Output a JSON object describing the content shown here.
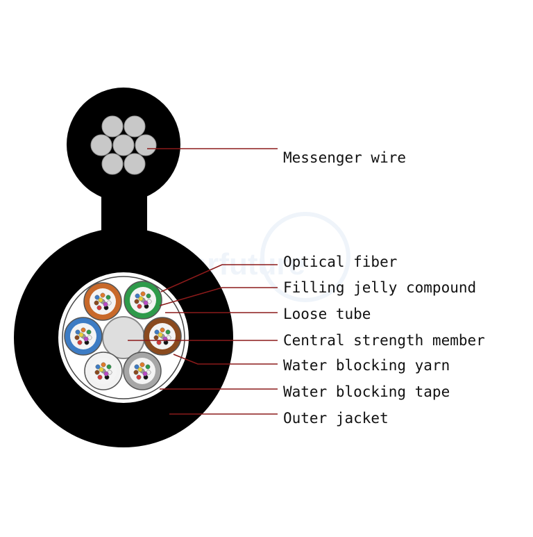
{
  "labels": {
    "messenger_wire": "Messenger wire",
    "optical_fiber": "Optical fiber",
    "filling_jelly": "Filling jelly compound",
    "loose_tube": "Loose tube",
    "central_strength_member": "Central strength member",
    "water_blocking_yarn": "Water blocking yarn",
    "water_blocking_tape": "Water blocking tape",
    "outer_jacket": "Outer jacket"
  },
  "watermark": "fiberfuture",
  "colors": {
    "jacket": "#000000",
    "leader_line": "#8b1a1a",
    "strand": "#c8c8c8",
    "central_member": "#dedede",
    "tube_orange": "#c8692a",
    "tube_green": "#2e9a4a",
    "tube_brown": "#8a4a1e",
    "tube_blue": "#3d7cc4",
    "tube_white": "#f2f2f2",
    "tube_gray": "#a6a6a6"
  }
}
